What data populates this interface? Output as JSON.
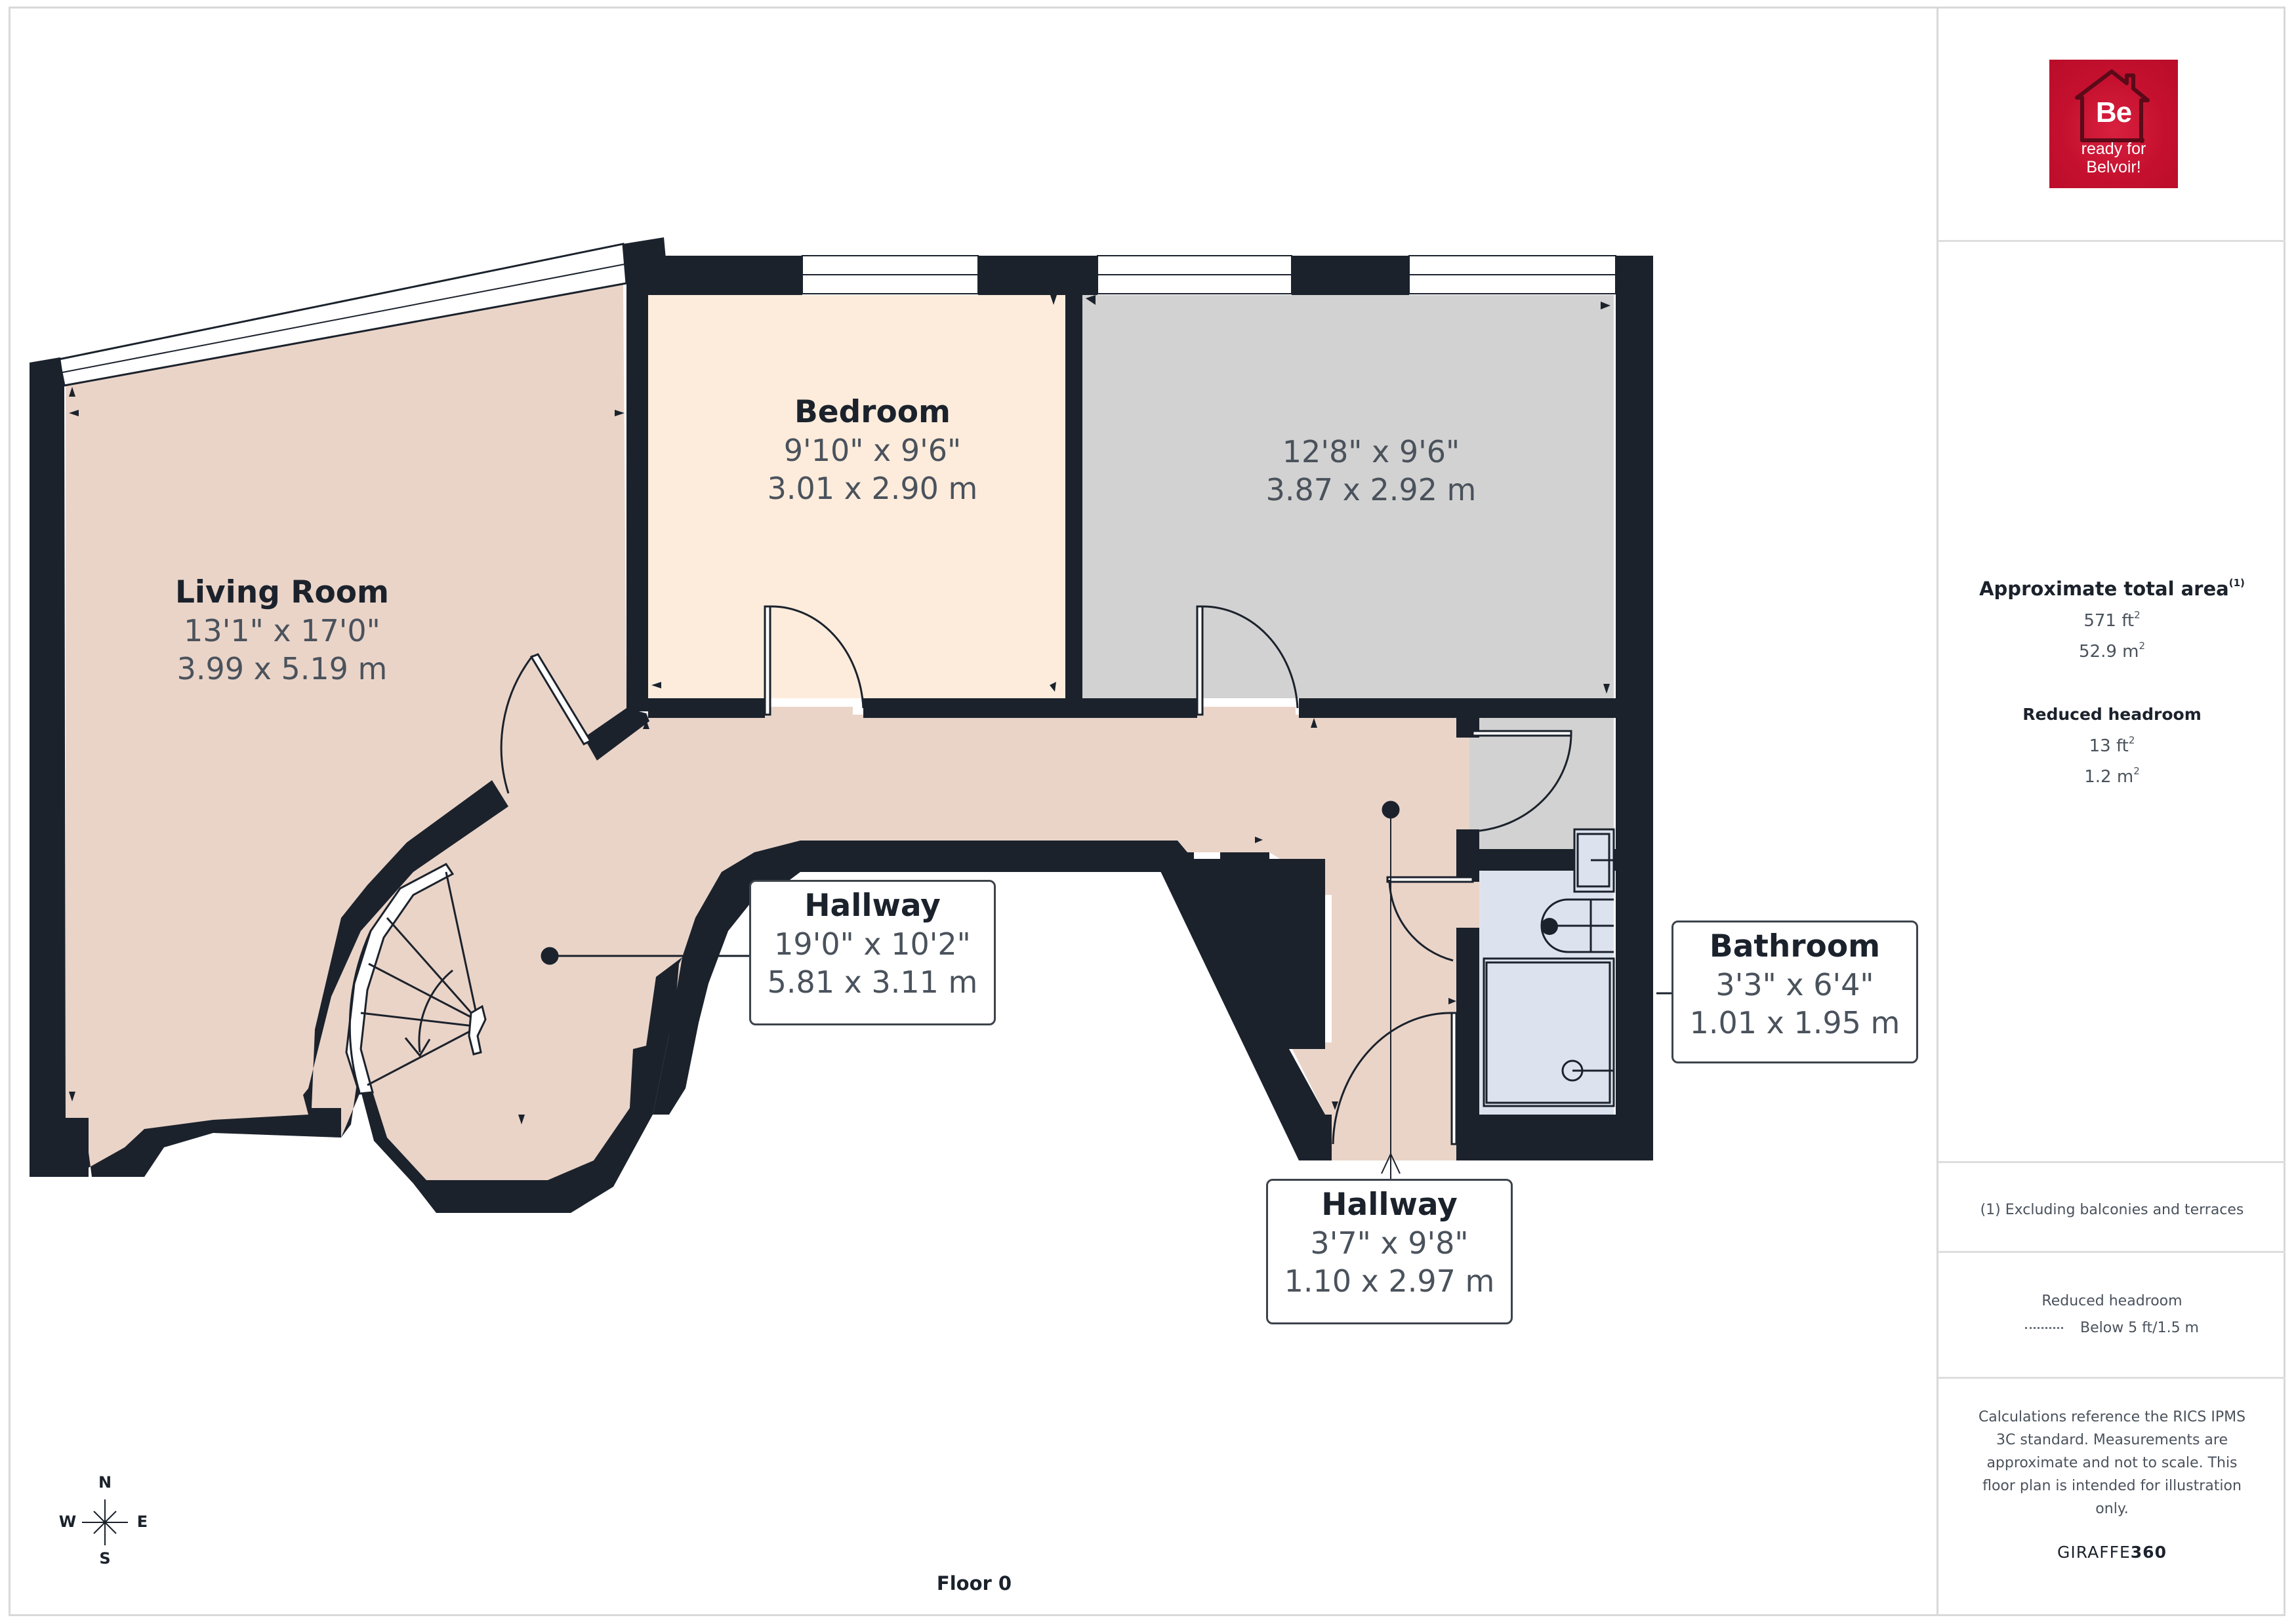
{
  "plan": {
    "floor_label": "Floor 0",
    "colors": {
      "wall": "#1b222c",
      "living_hallway_fill": "#ead4c8",
      "bedroom_fill": "#fdecdc",
      "unnamed_room_fill": "#d2d2d2",
      "bathroom_fill": "#dde3ee",
      "window_fill": "#ffffff"
    },
    "rooms": [
      {
        "name": "Living Room",
        "imperial": "13'1\" x 17'0\"",
        "metric": "3.99 x 5.19 m"
      },
      {
        "name": "Bedroom",
        "imperial": "9'10\" x 9'6\"",
        "metric": "3.01 x 2.90 m"
      },
      {
        "name": "",
        "imperial": "12'8\" x 9'6\"",
        "metric": "3.87 x 2.92 m"
      },
      {
        "name": "Hallway",
        "imperial": "19'0\" x 10'2\"",
        "metric": "5.81 x 3.11 m"
      },
      {
        "name": "Bathroom",
        "imperial": "3'3\" x 6'4\"",
        "metric": "1.01 x 1.95 m"
      },
      {
        "name": "Hallway",
        "imperial": "3'7\" x 9'8\"",
        "metric": "1.10 x 2.97 m"
      }
    ]
  },
  "compass": {
    "north": "N",
    "south": "S",
    "east": "E",
    "west": "W"
  },
  "sidebar": {
    "logo": {
      "big": "Be",
      "line1": "ready for",
      "line2": "Belvoir!",
      "color": "#c4102e"
    },
    "total_area": {
      "title": "Approximate total area",
      "footnote_marker": "(1)",
      "sqft_value": "571 ft",
      "sqm_value": "52.9 m",
      "superscript": "2"
    },
    "reduced_headroom": {
      "title": "Reduced headroom",
      "sqft_value": "13 ft",
      "sqm_value": "1.2 m",
      "superscript": "2"
    },
    "footnote": "(1) Excluding balconies and terraces",
    "legend": {
      "title": "Reduced headroom",
      "item": "Below 5 ft/1.5 m"
    },
    "disclaimer": "Calculations reference the RICS IPMS 3C standard. Measurements are approximate and not to scale. This floor plan is intended for illustration only.",
    "brand": {
      "part1": "GIRAFFE",
      "part2": "360"
    }
  }
}
